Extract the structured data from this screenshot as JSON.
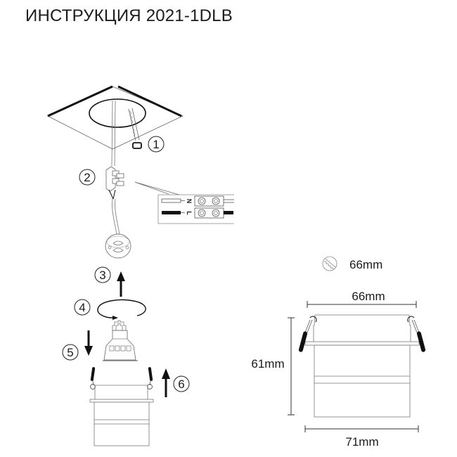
{
  "title": "ИНСТРУКЦИЯ 2021-1DLB",
  "steps": [
    {
      "number": "1",
      "symbol": "①",
      "description": "spring clip latch"
    },
    {
      "number": "2",
      "symbol": "②",
      "description": "terminal block wiring"
    },
    {
      "number": "3",
      "symbol": "③",
      "description": "push socket up"
    },
    {
      "number": "4",
      "symbol": "④",
      "description": "rotate to lock"
    },
    {
      "number": "5",
      "symbol": "⑤",
      "description": "insert lamp down"
    },
    {
      "number": "6",
      "symbol": "⑥",
      "description": "push fixture up"
    }
  ],
  "wiring": {
    "neutral_label": "N",
    "live_label": "L"
  },
  "cutout": {
    "icon": "saw-cutout-icon",
    "value": "66mm"
  },
  "dimensions": {
    "top_width": "66mm",
    "height": "61mm",
    "bottom_width": "71mm"
  },
  "colors": {
    "line": "#1a1a1a",
    "thin_line": "#555555",
    "background": "#ffffff"
  }
}
